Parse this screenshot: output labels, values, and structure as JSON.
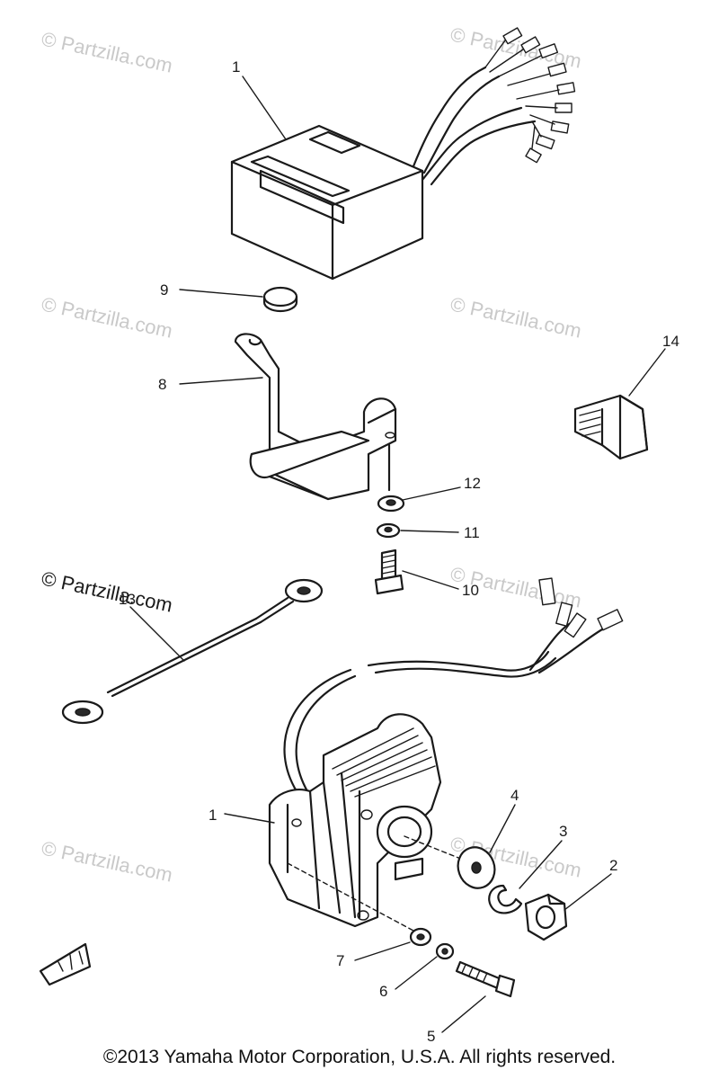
{
  "diagram": {
    "callouts": [
      "1",
      "9",
      "8",
      "14",
      "12",
      "11",
      "10",
      "13",
      "1",
      "4",
      "3",
      "2",
      "7",
      "6",
      "5"
    ],
    "watermarks": [
      "© Partzilla.com",
      "© Partzilla.com",
      "© Partzilla.com",
      "© Partzilla.com",
      "© Partzilla.com",
      "© Partzilla.com",
      "© Partzilla.com",
      "© Partzilla.com"
    ],
    "copyright": "©2013  Yamaha Motor Corporation, U.S.A. All rights reserved."
  }
}
